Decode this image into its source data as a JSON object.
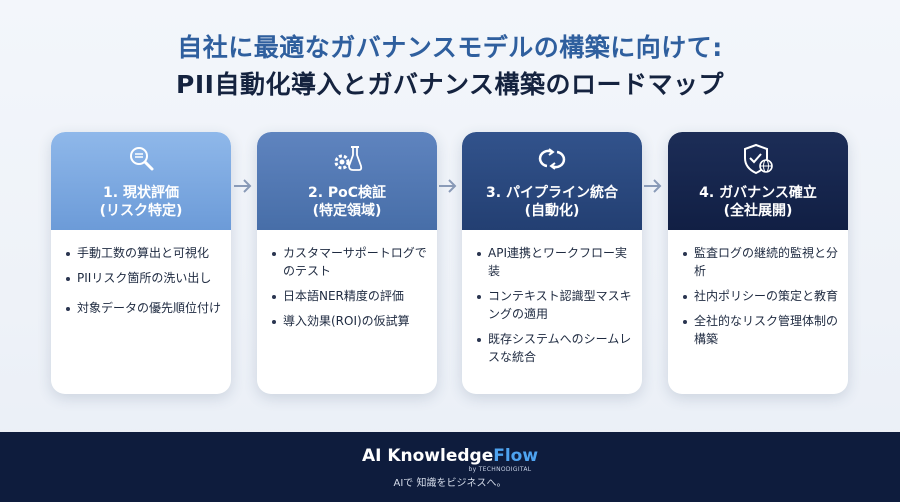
{
  "title": {
    "line1": "自社に最適なガバナンスモデルの構築に向けて:",
    "line2": "PII自動化導入とガバナンス構築のロードマップ"
  },
  "steps": [
    {
      "title": "1. 現状評価",
      "subtitle": "(リスク特定)",
      "icon": "magnifier-document-icon",
      "items": [
        "手動工数の算出と可視化",
        "PIIリスク箇所の洗い出し",
        "対象データの優先順位付け"
      ]
    },
    {
      "title": "2. PoC検証",
      "subtitle": "(特定領域)",
      "icon": "gear-flask-icon",
      "items": [
        "カスタマーサポートログでのテスト",
        "日本語NER精度の評価",
        "導入効果(ROI)の仮試算"
      ]
    },
    {
      "title": "3. パイプライン統合",
      "subtitle": "(自動化)",
      "icon": "sync-arrows-icon",
      "items": [
        "API連携とワークフロー実装",
        "コンテキスト認識型マスキングの適用",
        "既存システムへのシームレスな統合"
      ]
    },
    {
      "title": "4. ガバナンス確立",
      "subtitle": "(全社展開)",
      "icon": "shield-globe-icon",
      "items": [
        "監査ログの継続的監視と分析",
        "社内ポリシーの策定と教育",
        "全社的なリスク管理体制の構築"
      ]
    }
  ],
  "footer": {
    "brand_main": "AI Knowledge",
    "brand_accent": "Flow",
    "by": "by TECHNODIGITAL",
    "tagline": "AIで 知識をビジネスへ。"
  },
  "colors": {
    "title_line1": "#2f5f9e",
    "title_line2": "#15233f",
    "step1": "#7ea9e1",
    "step2": "#5279b4",
    "step3": "#2a4880",
    "step4": "#16264d",
    "footer_bg": "#0e1c3d",
    "brand_accent": "#4ea3f0"
  }
}
